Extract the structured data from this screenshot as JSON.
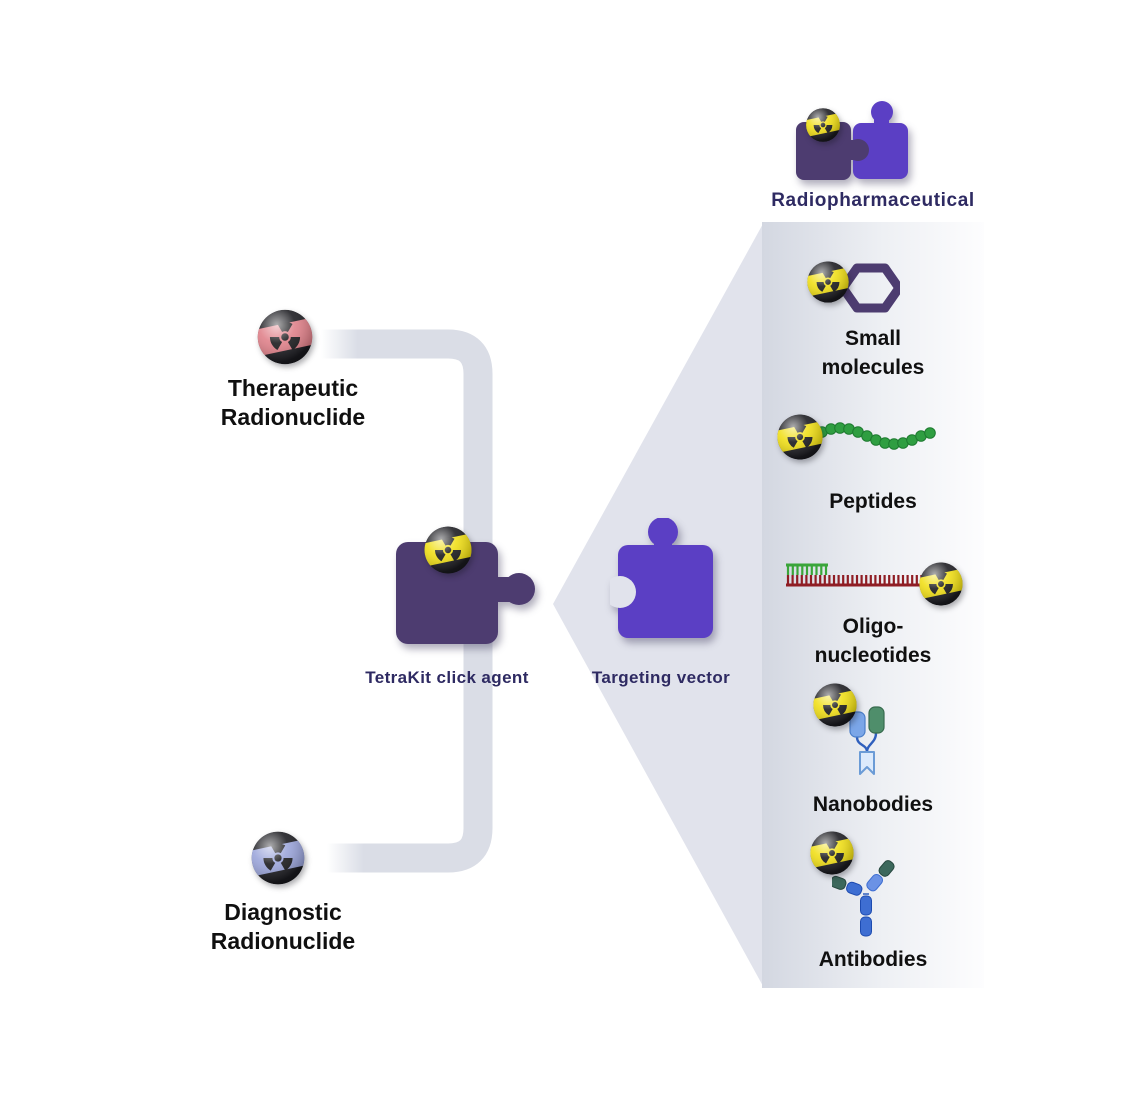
{
  "title_label": "Radiopharmaceutical",
  "left_column": {
    "therapeutic": {
      "lines": [
        "Therapeutic",
        "Radionuclide"
      ],
      "sphere": "pink-radiation-sphere"
    },
    "diagnostic": {
      "lines": [
        "Diagnostic",
        "Radionuclide"
      ],
      "sphere": "blue-radiation-sphere"
    }
  },
  "center": {
    "tetrakit_label": "TetraKit click agent",
    "targeting_label": "Targeting vector"
  },
  "panel_items": [
    {
      "id": "small-molecules",
      "lines": [
        "Small",
        "molecules"
      ],
      "icon": "hexagon-small-molecule-icon"
    },
    {
      "id": "peptides",
      "lines": [
        "Peptides"
      ],
      "icon": "peptide-bead-chain-icon"
    },
    {
      "id": "oligonucleotides",
      "lines": [
        "Oligo-",
        "nucleotides"
      ],
      "icon": "oligonucleotide-strand-icon"
    },
    {
      "id": "nanobodies",
      "lines": [
        "Nanobodies"
      ],
      "icon": "nanobody-icon"
    },
    {
      "id": "antibodies",
      "lines": [
        "Antibodies"
      ],
      "icon": "antibody-icon"
    }
  ],
  "colors": {
    "dark_puzzle": "#4d3c70",
    "bright_puzzle": "#5b3fc4",
    "label_purple": "#2e2a62",
    "text_black": "#101010",
    "radiation_yellow": "#f0de14",
    "therapeutic_pink": "#df7f88",
    "diagnostic_blue": "#9aa4da",
    "panel_gradient_left": "#d3d7e1",
    "funnel_gray": "#e1e3ec",
    "bracket_gray": "#dadde6",
    "bead_green": "#2f9e41",
    "oligo_red": "#8f1d24",
    "oligo_green": "#3aa53a",
    "nanobody_blue": "#7ba6e8",
    "nanobody_green": "#4f8e6b",
    "antibody_blue": "#3e6ed2",
    "antibody_green": "#3c685c"
  }
}
